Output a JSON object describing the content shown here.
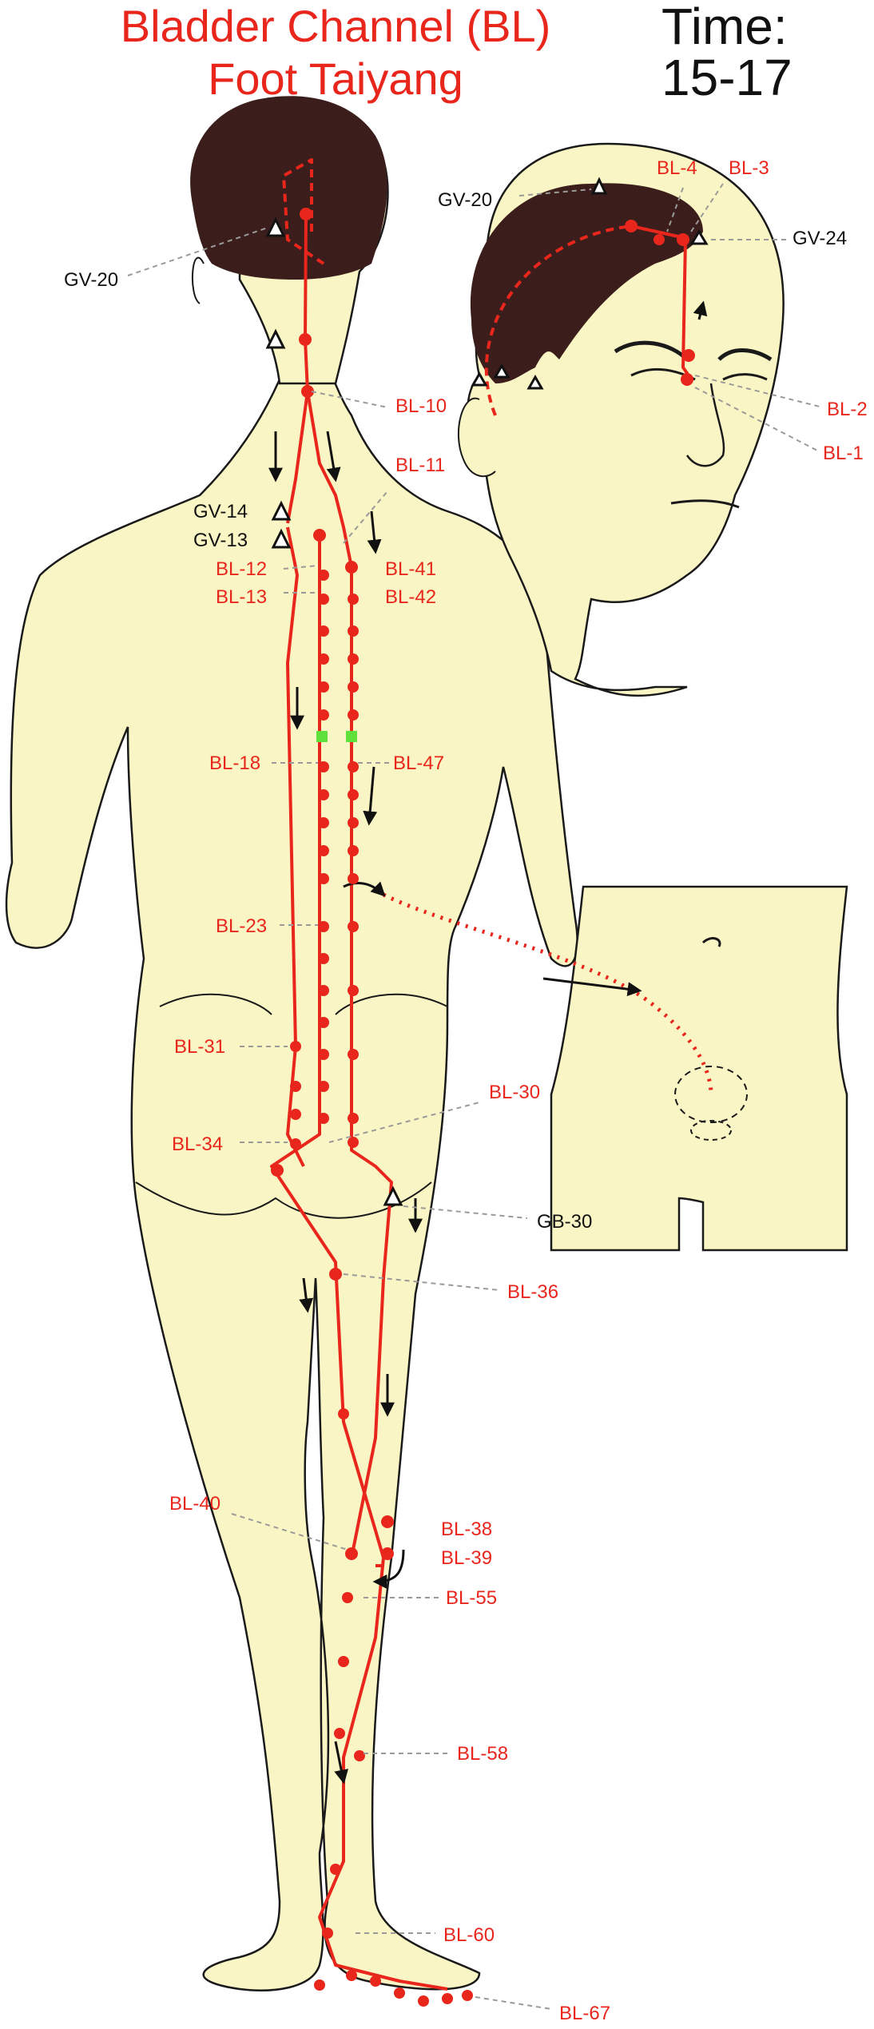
{
  "title": {
    "line1": "Bladder Channel (BL)",
    "line2": "Foot Taiyang"
  },
  "time": {
    "label": "Time:",
    "value": "15-17"
  },
  "colors": {
    "channel": "#e8261c",
    "skin": "#faf5c4",
    "hair": "#3b1e1c",
    "outline": "#1a1a1a",
    "leader": "#9a9a9a",
    "marker_green": "#5fe03a"
  },
  "labels": {
    "gv20_back": "GV-20",
    "gv14": "GV-14",
    "gv13": "GV-13",
    "bl10": "BL-10",
    "bl11": "BL-11",
    "bl12": "BL-12",
    "bl13": "BL-13",
    "bl41": "BL-41",
    "bl42": "BL-42",
    "bl18": "BL-18",
    "bl47": "BL-47",
    "bl23": "BL-23",
    "bl31": "BL-31",
    "bl30": "BL-30",
    "bl34": "BL-34",
    "gb30": "GB-30",
    "bl36": "BL-36",
    "bl40": "BL-40",
    "bl38": "BL-38",
    "bl39": "BL-39",
    "bl55": "BL-55",
    "bl58": "BL-58",
    "bl60": "BL-60",
    "bl67": "BL-67",
    "gv20_head": "GV-20",
    "bl4": "BL-4",
    "bl3": "BL-3",
    "gv24": "GV-24",
    "bl2": "BL-2",
    "bl1": "BL-1"
  }
}
